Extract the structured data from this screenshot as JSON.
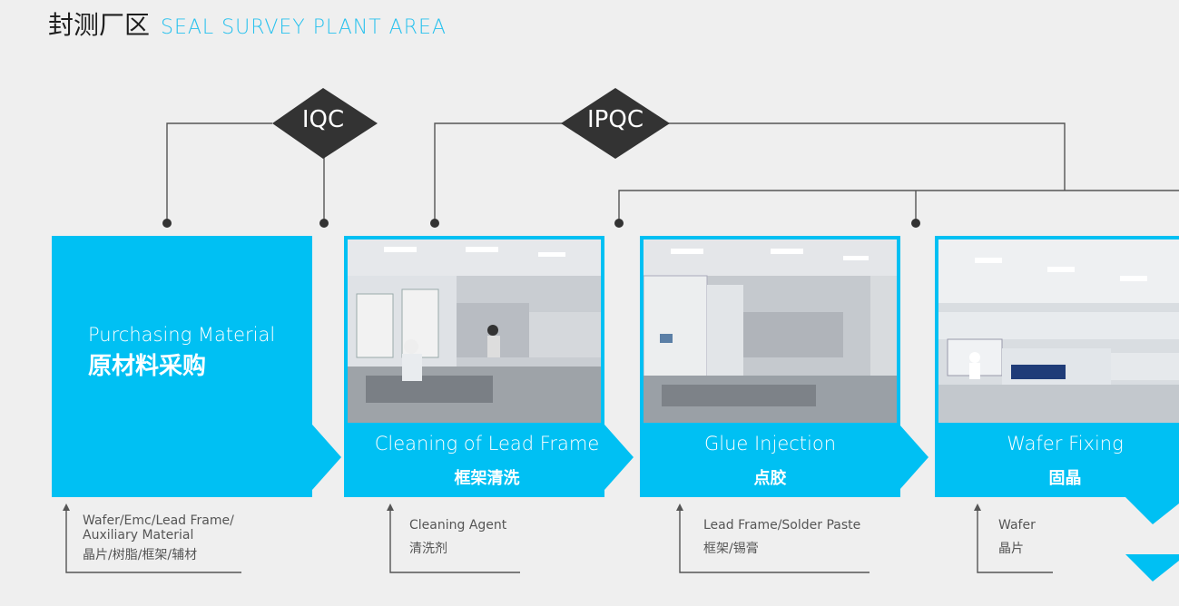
{
  "header": {
    "title_cn": "封测厂区",
    "title_en": "SEAL SURVEY PLANT AREA"
  },
  "qc": {
    "iqc": "IQC",
    "ipqc": "IPQC"
  },
  "colors": {
    "accent": "#00c0f3",
    "diamond": "#333333",
    "line": "#555555",
    "background": "#efefef"
  },
  "steps": [
    {
      "en": "Purchasing Material",
      "cn": "原材料采购"
    },
    {
      "en": "Cleaning of Lead Frame",
      "cn": "框架清洗"
    },
    {
      "en": "Glue Injection",
      "cn": "点胶"
    },
    {
      "en": "Wafer Fixing",
      "cn": "固晶"
    }
  ],
  "materials": [
    {
      "en_1": "Wafer/Emc/Lead Frame/",
      "en_2": "Auxiliary Material",
      "cn": "晶片/树脂/框架/辅材"
    },
    {
      "en": "Cleaning Agent",
      "cn": "清洗剂"
    },
    {
      "en": "Lead Frame/Solder Paste",
      "cn": "框架/锡膏"
    },
    {
      "en": "Wafer",
      "cn": "晶片"
    }
  ]
}
